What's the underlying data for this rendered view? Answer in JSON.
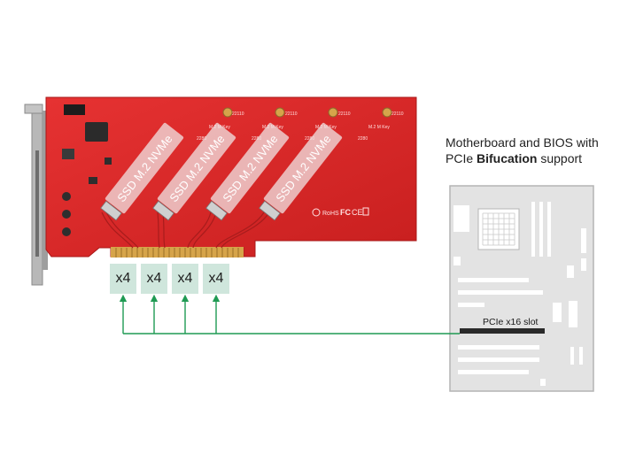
{
  "caption": {
    "line1": "Motherboard and BIOS with",
    "line2_prefix": "PCIe ",
    "line2_bold": "Bifucation",
    "line2_suffix": " support"
  },
  "card": {
    "ssd_slot_text": "SSD M.2 NVMe",
    "key_label": "M.2 M Key",
    "size_label": "2280",
    "size_label_long": "22110"
  },
  "lanes": [
    {
      "label": "x4"
    },
    {
      "label": "x4"
    },
    {
      "label": "x4"
    },
    {
      "label": "x4"
    }
  ],
  "motherboard": {
    "slot_label": "PCIe x16 slot"
  },
  "colors": {
    "pcb": "#e02a2a",
    "pcb_dark": "#b81e1e",
    "gold": "#d6a44a",
    "lane_bg": "#cfe6dc",
    "arrow": "#1f9a53",
    "board": "#e3e3e3",
    "board_stroke": "#b4b4b4",
    "bracket": "#b8b8b8"
  }
}
